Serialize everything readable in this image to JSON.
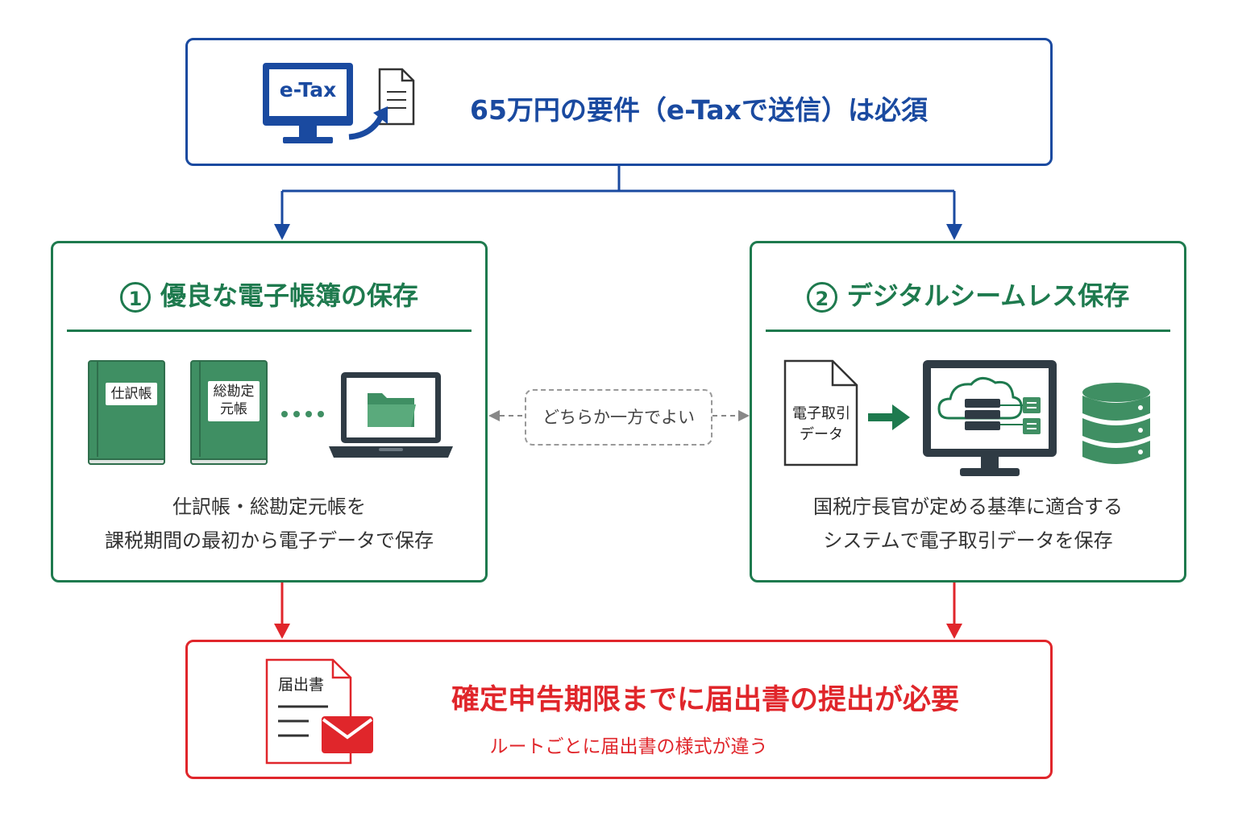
{
  "top": {
    "etax_label": "e-Tax",
    "title": "65万円の要件（e-Taxで送信）は必須"
  },
  "left_panel": {
    "number": "1",
    "title": "優良な電子帳簿の保存",
    "book1_label": "仕訳帳",
    "book2_label_line1": "総勘定",
    "book2_label_line2": "元帳",
    "desc_line1": "仕訳帳・総勘定元帳を",
    "desc_line2": "課税期間の最初から電子データで保存"
  },
  "middle": {
    "note": "どちらか一方でよい"
  },
  "right_panel": {
    "number": "2",
    "title": "デジタルシームレス保存",
    "doc_label_line1": "電子取引",
    "doc_label_line2": "データ",
    "desc_line1": "国税庁長官が定める基準に適合する",
    "desc_line2": "システムで電子取引データを保存"
  },
  "bottom": {
    "doc_label": "届出書",
    "title": "確定申告期限までに届出書の提出が必要",
    "subtitle": "ルートごとに届出書の様式が違う"
  },
  "colors": {
    "blue": "#1a4aa0",
    "green": "#1e7a4e",
    "red": "#e0262b",
    "gray": "#999999"
  }
}
